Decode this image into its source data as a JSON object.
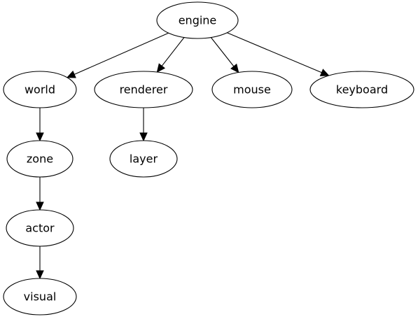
{
  "graph": {
    "nodes": [
      {
        "id": "engine",
        "label": "engine"
      },
      {
        "id": "world",
        "label": "world"
      },
      {
        "id": "renderer",
        "label": "renderer"
      },
      {
        "id": "mouse",
        "label": "mouse"
      },
      {
        "id": "keyboard",
        "label": "keyboard"
      },
      {
        "id": "zone",
        "label": "zone"
      },
      {
        "id": "layer",
        "label": "layer"
      },
      {
        "id": "actor",
        "label": "actor"
      },
      {
        "id": "visual",
        "label": "visual"
      }
    ],
    "edges": [
      {
        "from": "engine",
        "to": "world"
      },
      {
        "from": "engine",
        "to": "renderer"
      },
      {
        "from": "engine",
        "to": "mouse"
      },
      {
        "from": "engine",
        "to": "keyboard"
      },
      {
        "from": "world",
        "to": "zone"
      },
      {
        "from": "renderer",
        "to": "layer"
      },
      {
        "from": "zone",
        "to": "actor"
      },
      {
        "from": "actor",
        "to": "visual"
      }
    ]
  }
}
